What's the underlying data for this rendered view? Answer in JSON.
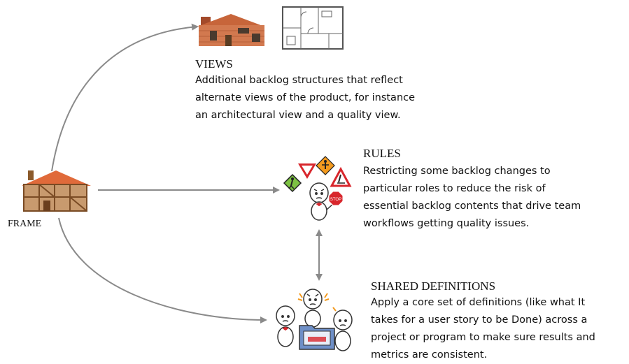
{
  "frame": {
    "label": "FRAME"
  },
  "sections": {
    "views": {
      "title": "VIEWS",
      "lines": [
        "Additional backlog structures that reflect",
        "alternate views of the product, for instance",
        "an architectural view and a quality view."
      ]
    },
    "rules": {
      "title": "RULES",
      "lines": [
        "Restricting some backlog changes to",
        "particular roles to reduce the risk of",
        "essential backlog contents that drive team",
        "workflows getting quality issues."
      ],
      "stop_sign_text": "STOP"
    },
    "shared": {
      "title": "SHARED DEFINITIONS",
      "lines": [
        "Apply a core set of definitions (like what It",
        "takes for a user story to be Done) across a",
        "project or program to make sure results and",
        "metrics are consistent."
      ]
    }
  },
  "colors": {
    "arrow": "#8a8a8a",
    "brick": "#c7653a",
    "roof": "#e06a3a",
    "wood": "#8b5a2b",
    "sign_green": "#7dc242",
    "sign_orange": "#f39a1e",
    "sign_red": "#d8262c"
  },
  "icons": [
    "house-icon",
    "floor-plan-icon",
    "frame-house-icon",
    "traffic-signs-icon",
    "stick-figure-icon",
    "stop-sign-icon",
    "folder-icon"
  ]
}
